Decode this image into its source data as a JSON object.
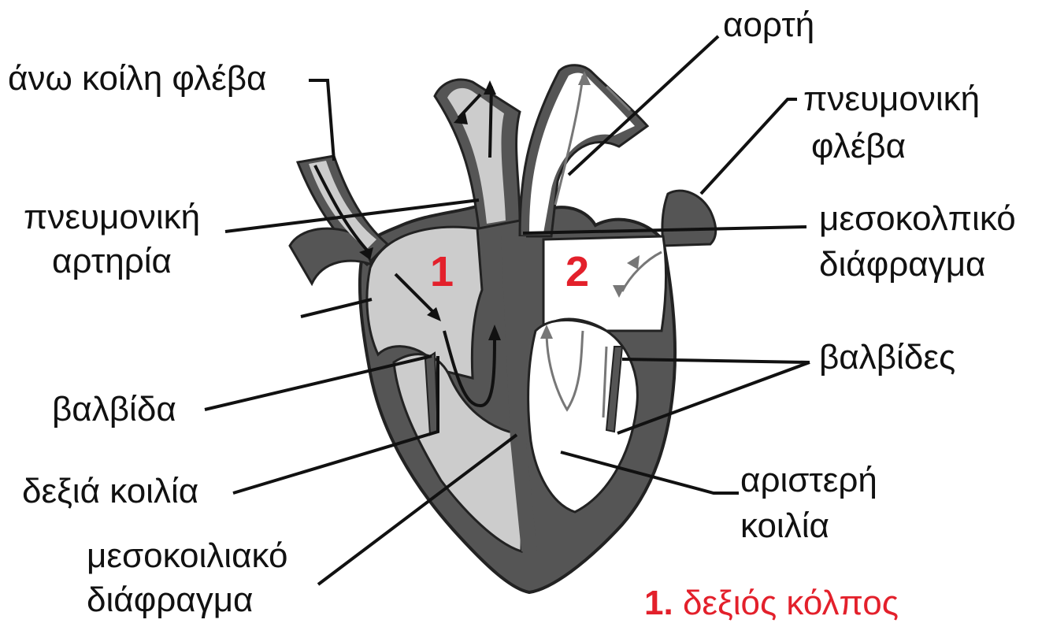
{
  "labels": {
    "ano_koili_fleva": "άνω κοίλη φλέβα",
    "aorti": "αορτή",
    "pneumoniki_fleva_1": "πνευμονική",
    "pneumoniki_fleva_2": "φλέβα",
    "pneumoniki_artiria_1": "πνευμονική",
    "pneumoniki_artiria_2": "αρτηρία",
    "mesokolpiko_1": "μεσοκολπικό",
    "mesokolpiko_2": "διάφραγμα",
    "valvides": "βαλβίδες",
    "valvida": "βαλβίδα",
    "dexia_koilia": "δεξιά κοιλία",
    "aristeri_1": "αριστερή",
    "aristeri_2": "κοιλία",
    "mesokoiliako_1": "μεσοκοιλιακό",
    "mesokoiliako_2": "διάφραγμα"
  },
  "numbers": {
    "one": "1",
    "two": "2"
  },
  "legend": {
    "key": "1.",
    "text": "δεξιός κόλπος"
  },
  "colors": {
    "accent_red": "#e3202b",
    "wall": "#555555",
    "deoxy_fill": "#cccccc",
    "oxy_fill": "#ffffff",
    "ink": "#111111"
  }
}
